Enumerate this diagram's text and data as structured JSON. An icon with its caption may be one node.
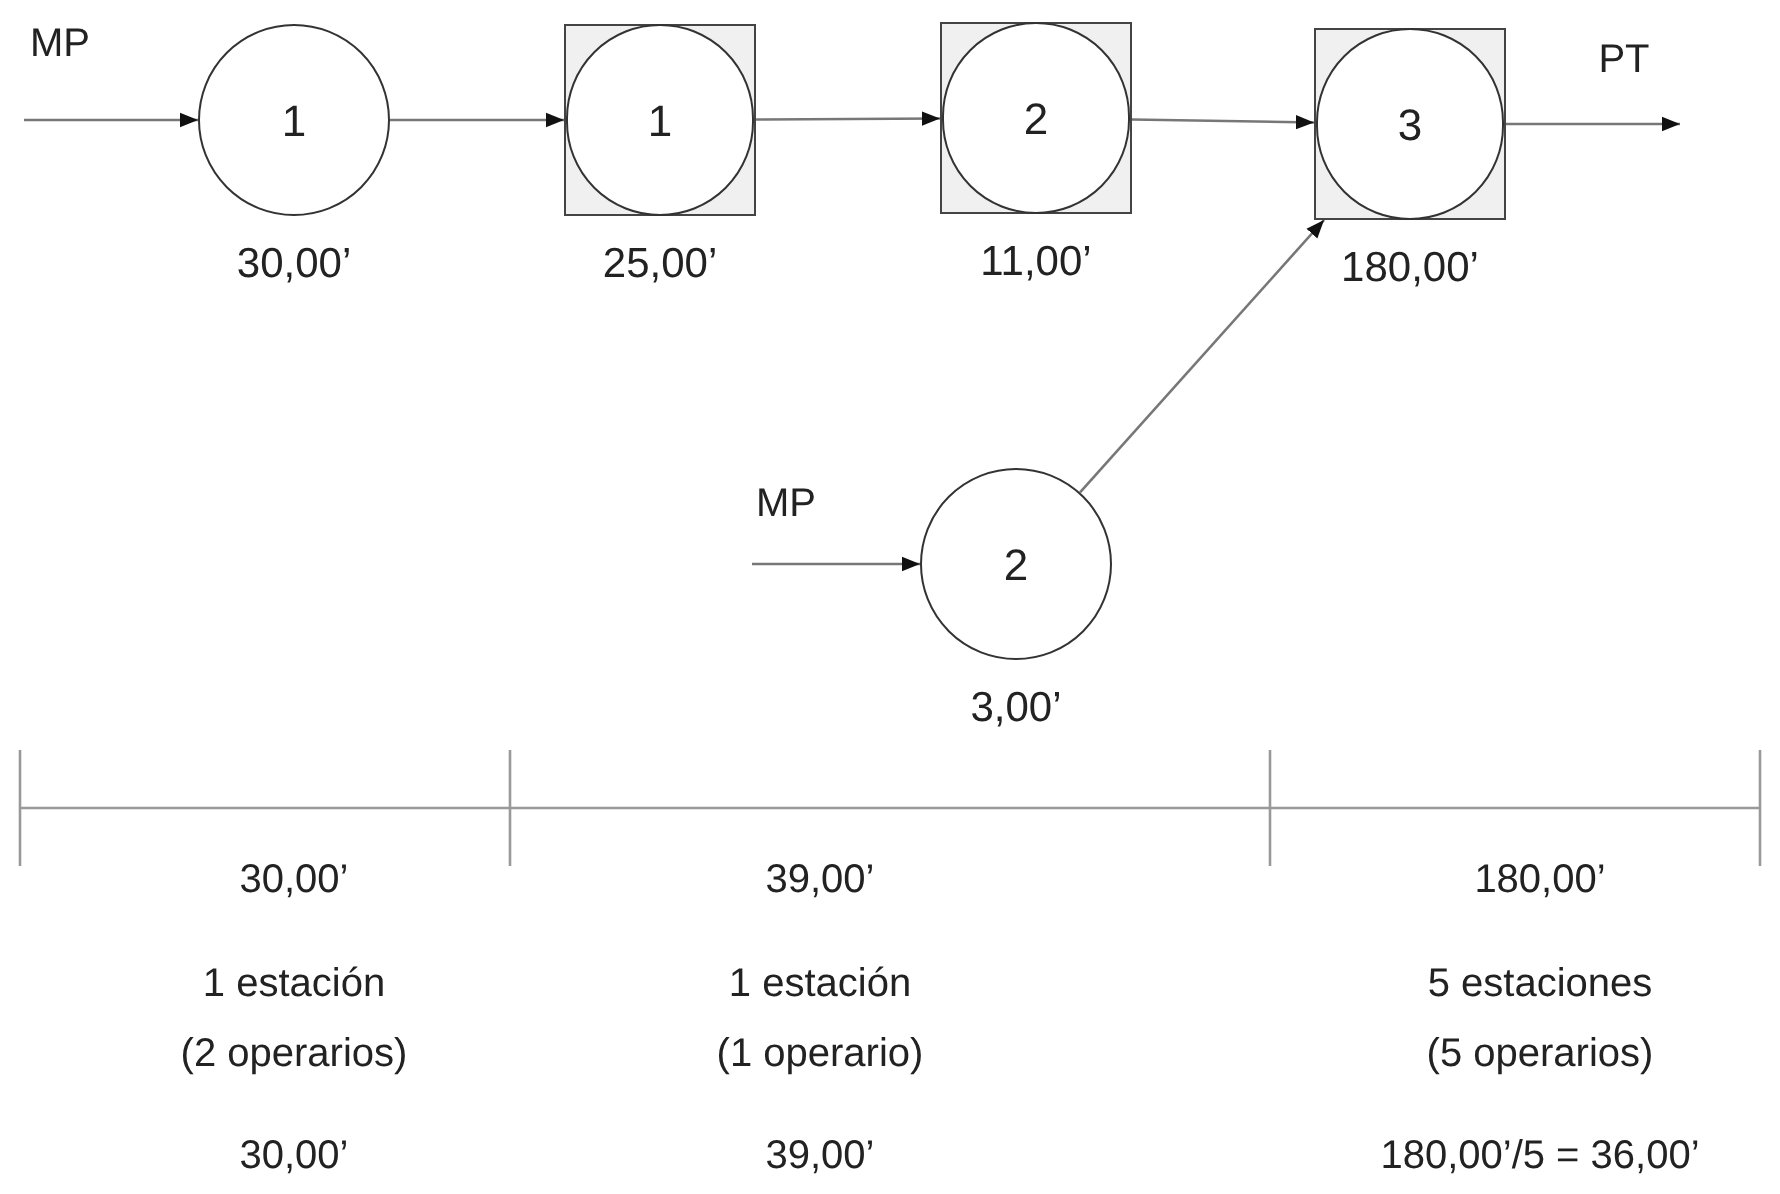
{
  "diagram": {
    "nodes": [
      {
        "text": [
          "1"
        ],
        "beside": [
          "30,00’"
        ]
      },
      {
        "text": [
          "1"
        ],
        "beside": [
          "25,00’"
        ]
      },
      {
        "text": [
          "2"
        ],
        "beside": [
          "11,00’"
        ]
      },
      {
        "text": [
          "3"
        ],
        "beside": [
          "180,00’"
        ]
      },
      {
        "text": [
          "2"
        ],
        "beside": [
          "3,00’"
        ]
      }
    ],
    "edges": [
      {
        "from": null,
        "to": 0,
        "arrow": "to"
      },
      {
        "from": 0,
        "to": 1,
        "arrow": "to"
      },
      {
        "from": 1,
        "to": 2,
        "arrow": "to"
      },
      {
        "from": 2,
        "to": 3,
        "arrow": "to"
      },
      {
        "from": null,
        "to": 4,
        "arrow": "to"
      },
      {
        "from": 4,
        "to": 3,
        "arrow": "to"
      },
      {
        "from": 3,
        "to": null,
        "arrow": "to"
      }
    ],
    "labels": [
      "MP",
      "PT",
      "MP",
      "30,00’",
      "39,00’",
      "180,00’",
      "1 estación",
      "1 estación",
      "5 estaciones",
      "(2 operarios)",
      "(1 operario)",
      "(5 operarios)",
      "30,00’",
      "39,00’",
      "180,00’/5 = 36,00’"
    ]
  }
}
